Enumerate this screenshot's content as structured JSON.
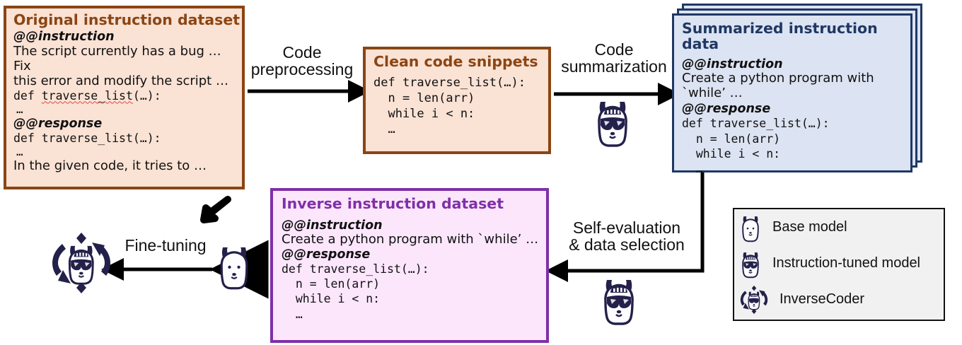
{
  "figure": {
    "title": "InverseCoder data generation pipeline",
    "colors": {
      "orange_border": "#8B4513",
      "orange_fill": "#FAE2D4",
      "blue_border": "#1F3864",
      "blue_fill": "#DCE3F2",
      "purple_border": "#7F2FA8",
      "purple_fill": "#FCE6FC",
      "legend_fill": "#F1F1F1",
      "arrow": "#000000",
      "squiggle": "#D84A4A"
    }
  },
  "original_dataset": {
    "title": "Original instruction dataset",
    "instruction_tag": "@@instruction",
    "instruction_text_line1": "The script currently has a bug … Fix",
    "instruction_text_line2": "this error and modify the script …",
    "instruction_code": "def traverse_list(…):",
    "instruction_code_underlined": "traverse_list",
    "instruction_dots": "…",
    "response_tag": "@@response",
    "response_code": "def traverse_list(…):",
    "response_dots": "…",
    "response_text": "In the given code, it tries to …"
  },
  "clean_snippets": {
    "title": "Clean code snippets",
    "code_lines": [
      "def traverse_list(…):",
      "  n = len(arr)",
      "  while i < n:",
      "  …"
    ]
  },
  "summarized_data": {
    "title": "Summarized instruction data",
    "instruction_tag": "@@instruction",
    "instruction_text": "Create a python program with `while’ …",
    "response_tag": "@@response",
    "code_lines": [
      "def traverse_list(…):",
      "  n = len(arr)",
      "  while i < n:",
      "  …"
    ],
    "stack_layers": 3
  },
  "inverse_dataset": {
    "title": "Inverse instruction dataset",
    "instruction_tag": "@@instruction",
    "instruction_text": "Create a python program with `while’ …",
    "response_tag": "@@response",
    "code_lines": [
      "def traverse_list(…):",
      "  n = len(arr)",
      "  while i < n:",
      "  …"
    ]
  },
  "arrows": {
    "code_preprocessing": "Code\npreprocessing",
    "code_preprocessing_line1": "Code",
    "code_preprocessing_line2": "preprocessing",
    "code_summarization_line1": "Code",
    "code_summarization_line2": "summarization",
    "self_evaluation_line1": "Self-evaluation",
    "self_evaluation_line2": "& data selection",
    "fine_tuning": "Fine-tuning"
  },
  "legend": {
    "items": [
      {
        "icon": "llama-plain-icon",
        "label": "Base model"
      },
      {
        "icon": "llama-sunglasses-icon",
        "label": "Instruction-tuned model"
      },
      {
        "icon": "llama-recycle-icon",
        "label": "InverseCoder"
      }
    ]
  }
}
